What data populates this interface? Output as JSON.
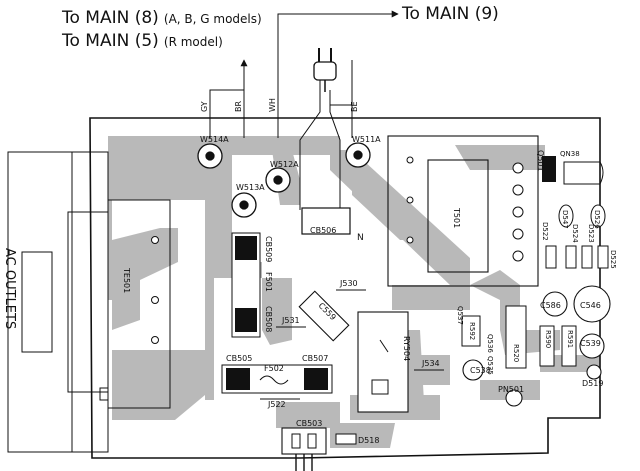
{
  "header": {
    "line1_main": "To MAIN (8)",
    "line1_note": "(A, B, G models)",
    "line2_main": "To MAIN (5)",
    "line2_note": "(R model)",
    "line3_main": "To MAIN (9)"
  },
  "wires": [
    "GY",
    "BR",
    "WH",
    "BE"
  ],
  "side_label": "AC OUTLETS",
  "components": {
    "w514a": "W514A",
    "w512a": "W512A",
    "w513a": "W513A",
    "w511a": "W511A",
    "cb506": "CB506",
    "cb506_n": "N",
    "cb509": "CB509",
    "f501": "F501",
    "cb508": "CB508",
    "j530": "J530",
    "c559": "C559",
    "j531": "J531",
    "ry504": "RY504",
    "j534": "J534",
    "cb505": "CB505",
    "f502": "F502",
    "cb507": "CB507",
    "j522": "J522",
    "cb503": "CB503",
    "d518": "D518",
    "te501": "TE501",
    "t501": "T501",
    "q501": "Q501",
    "qn38": "QN38",
    "d547": "D547",
    "d526": "D526",
    "d522": "D522",
    "d524": "D524",
    "d523": "D523",
    "d525": "D525",
    "c586": "C586",
    "c546": "C546",
    "c539": "C539",
    "r592": "R592",
    "q537": "Q537",
    "q536": "Q536",
    "r590": "R590",
    "r591": "R591",
    "r520": "R520",
    "c538": "C538",
    "q535": "Q535",
    "d519": "D519",
    "pn501": "PN501"
  },
  "colors": {
    "trace": "#b9b9b9",
    "ink": "#111111",
    "background": "#ffffff"
  }
}
